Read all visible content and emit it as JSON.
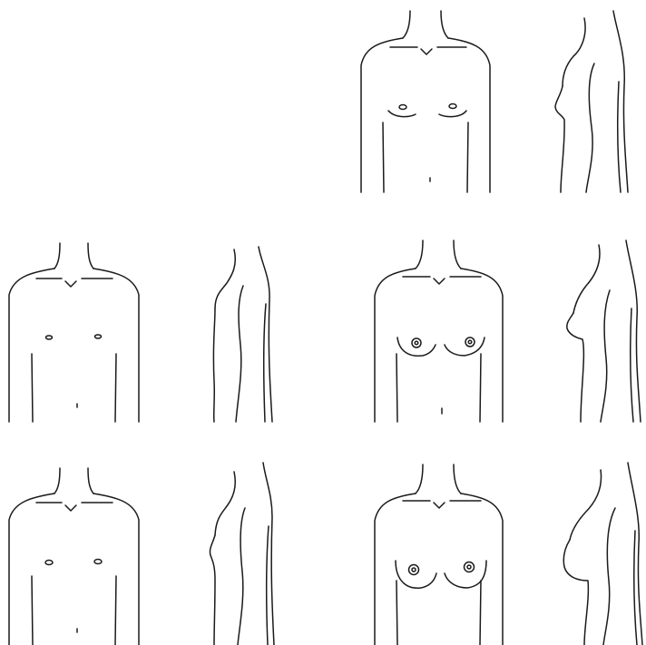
{
  "figure": {
    "style": "line-drawing",
    "ink_color": "#1a1a1a",
    "background_color": "#ffffff"
  },
  "panels": [
    {
      "id": "stage-1",
      "views": [
        "front",
        "side"
      ]
    },
    {
      "id": "stage-2",
      "views": [
        "front",
        "side"
      ]
    },
    {
      "id": "stage-3",
      "views": [
        "front",
        "side"
      ]
    },
    {
      "id": "stage-4",
      "views": [
        "front",
        "side"
      ]
    },
    {
      "id": "stage-5",
      "views": [
        "front",
        "side"
      ]
    }
  ]
}
